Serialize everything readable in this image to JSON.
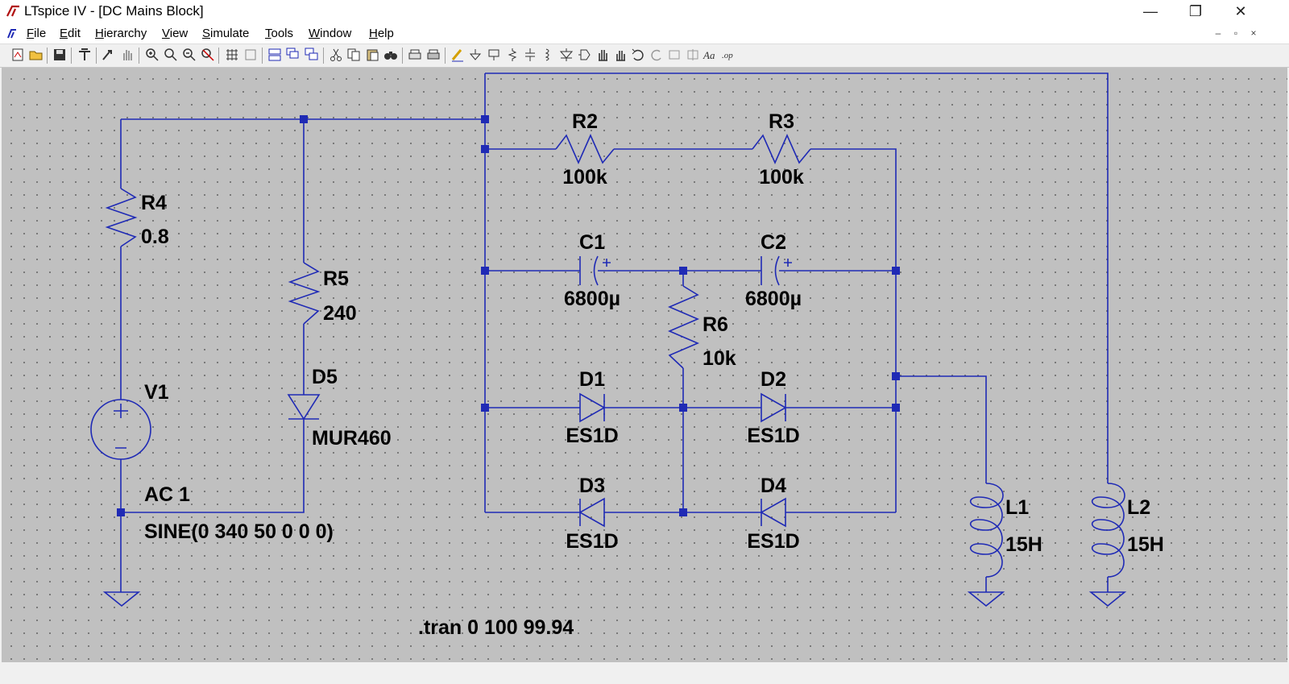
{
  "window": {
    "title": "LTspice IV - [DC Mains Block]",
    "controls": {
      "minimize": "—",
      "restore": "❐",
      "close": "✕"
    },
    "mdi_controls": {
      "minimize": "–",
      "restore": "▫",
      "close": "×"
    }
  },
  "menu": {
    "items": [
      "File",
      "Edit",
      "Hierarchy",
      "View",
      "Simulate",
      "Tools",
      "Window",
      "Help"
    ]
  },
  "toolbar": {
    "buttons": [
      "new-schematic-icon",
      "open-icon",
      "save-icon",
      "control-panel-icon",
      "run-icon",
      "halt-icon",
      "zoom-in-icon",
      "zoom-area-icon",
      "zoom-out-icon",
      "zoom-fit-icon",
      "tile-horizontal-icon",
      "tile-vertical-icon",
      "cascade-icon",
      "arrange-icon",
      "close-all-icon",
      "cut-icon",
      "copy-icon",
      "paste-icon",
      "find-icon",
      "print-preview-icon",
      "print-icon",
      "draw-wire-icon",
      "ground-icon",
      "label-net-icon",
      "resistor-icon",
      "capacitor-icon",
      "inductor-icon",
      "diode-icon",
      "component-icon",
      "move-icon",
      "drag-icon",
      "undo-icon",
      "redo-icon",
      "rotate-icon",
      "mirror-icon",
      "text-icon",
      "spice-directive-icon"
    ]
  },
  "schematic": {
    "wire_color": "#1f2ab5",
    "background": "#c0c0c0",
    "components": {
      "R4": {
        "ref": "R4",
        "value": "0.8"
      },
      "R5": {
        "ref": "R5",
        "value": "240"
      },
      "R2": {
        "ref": "R2",
        "value": "100k"
      },
      "R3": {
        "ref": "R3",
        "value": "100k"
      },
      "R6": {
        "ref": "R6",
        "value": "10k"
      },
      "C1": {
        "ref": "C1",
        "value": "6800µ"
      },
      "C2": {
        "ref": "C2",
        "value": "6800µ"
      },
      "D1": {
        "ref": "D1",
        "value": "ES1D"
      },
      "D2": {
        "ref": "D2",
        "value": "ES1D"
      },
      "D3": {
        "ref": "D3",
        "value": "ES1D"
      },
      "D4": {
        "ref": "D4",
        "value": "ES1D"
      },
      "D5": {
        "ref": "D5",
        "value": "MUR460"
      },
      "L1": {
        "ref": "L1",
        "value": "15H"
      },
      "L2": {
        "ref": "L2",
        "value": "15H"
      },
      "V1": {
        "ref": "V1",
        "ac": "AC 1",
        "value": "SINE(0 340 50 0 0 0)"
      }
    },
    "directive": ".tran 0 100 99.94"
  }
}
